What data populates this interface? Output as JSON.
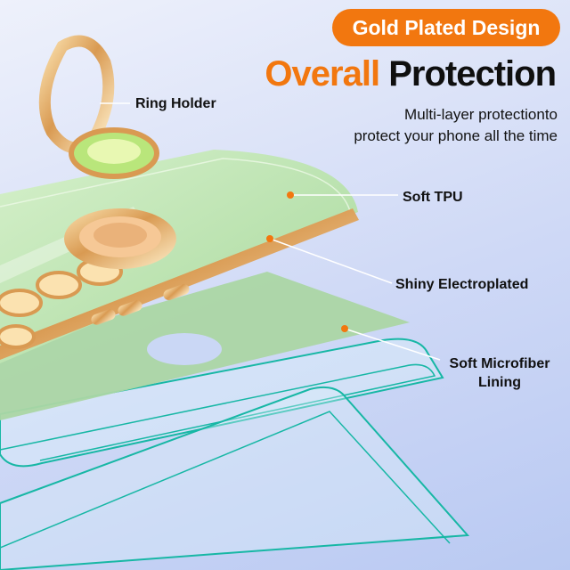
{
  "badge": {
    "text": "Gold Plated Design"
  },
  "headline": {
    "accent": "Overall",
    "rest": "Protection"
  },
  "subtext": {
    "line1": "Multi-layer protectionto",
    "line2": "protect your phone all the time"
  },
  "callouts": {
    "ring_holder": "Ring Holder",
    "soft_tpu": "Soft TPU",
    "shiny_electroplated": "Shiny Electroplated",
    "lining_line1": "Soft Microfiber",
    "lining_line2": "Lining"
  },
  "colors": {
    "accent_orange": "#f2770f",
    "case_green": "#b7e2ad",
    "lining_green": "#abd6a4",
    "gold": "#e2b16b",
    "glass_edge": "#17b7a5"
  }
}
